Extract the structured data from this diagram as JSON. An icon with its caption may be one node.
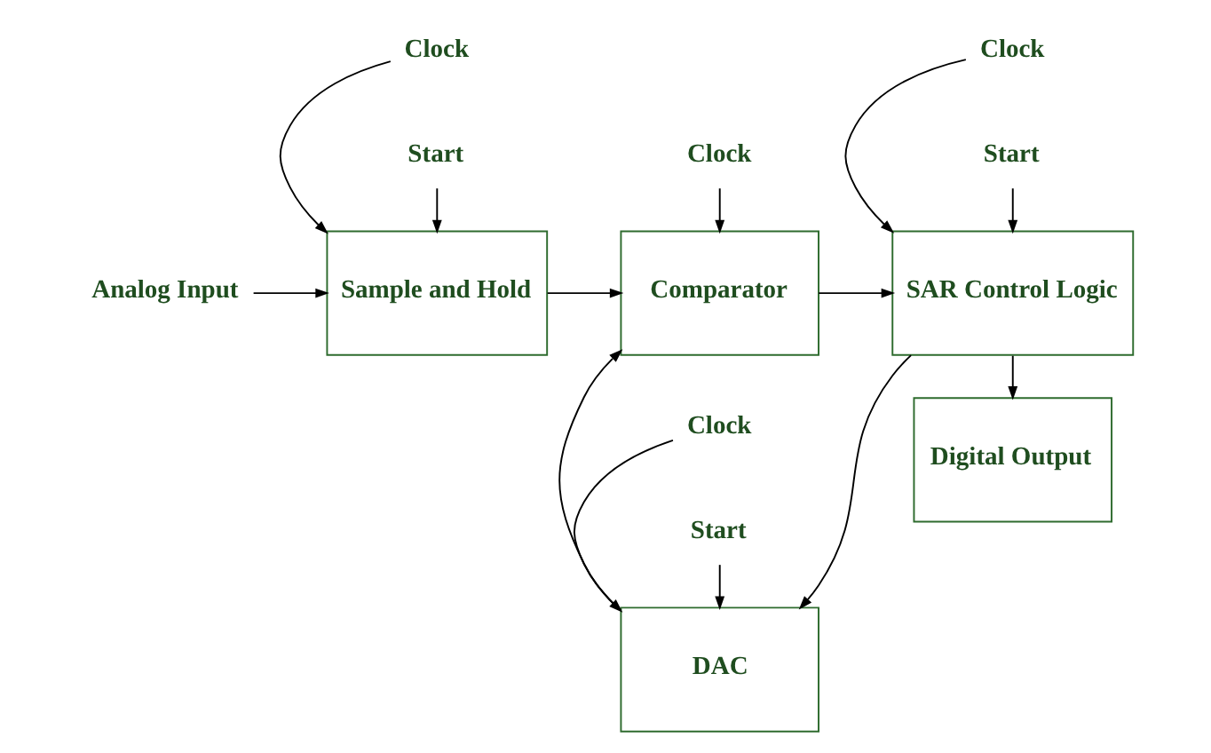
{
  "diagram": {
    "nodes": [
      {
        "text": [
          "Clock"
        ]
      },
      {
        "text": [
          "Clock"
        ]
      },
      {
        "text": [
          "Start"
        ]
      },
      {
        "text": [
          "Analog Input"
        ]
      },
      {
        "text": [
          "Sample and Hold"
        ]
      },
      {
        "text": [
          "Comparator"
        ]
      },
      {
        "text": [
          "SAR Control Logic"
        ]
      },
      {
        "text": [
          "Clock"
        ]
      },
      {
        "text": [
          "Start"
        ]
      },
      {
        "text": [
          "Clock"
        ]
      },
      {
        "text": [
          "Start"
        ]
      },
      {
        "text": [
          "DAC"
        ]
      },
      {
        "text": [
          "Digital Output"
        ]
      }
    ],
    "edges": [
      {
        "from": 3,
        "to": 4,
        "arrow": "to"
      },
      {
        "from": 7,
        "to": 4,
        "arrow": "to"
      },
      {
        "from": 8,
        "to": 4,
        "arrow": "to"
      },
      {
        "from": 0,
        "to": 5,
        "arrow": "to"
      },
      {
        "from": 4,
        "to": 5,
        "arrow": "to"
      },
      {
        "from": 5,
        "to": 6,
        "arrow": "to"
      },
      {
        "from": 1,
        "to": 6,
        "arrow": "to"
      },
      {
        "from": 2,
        "to": 6,
        "arrow": "to"
      },
      {
        "from": 9,
        "to": 11,
        "arrow": "to"
      },
      {
        "from": 10,
        "to": 11,
        "arrow": "to"
      },
      {
        "from": 6,
        "to": 11,
        "arrow": "to"
      },
      {
        "from": 11,
        "to": 5,
        "arrow": "to"
      },
      {
        "from": 6,
        "to": 12,
        "arrow": "to"
      }
    ]
  }
}
